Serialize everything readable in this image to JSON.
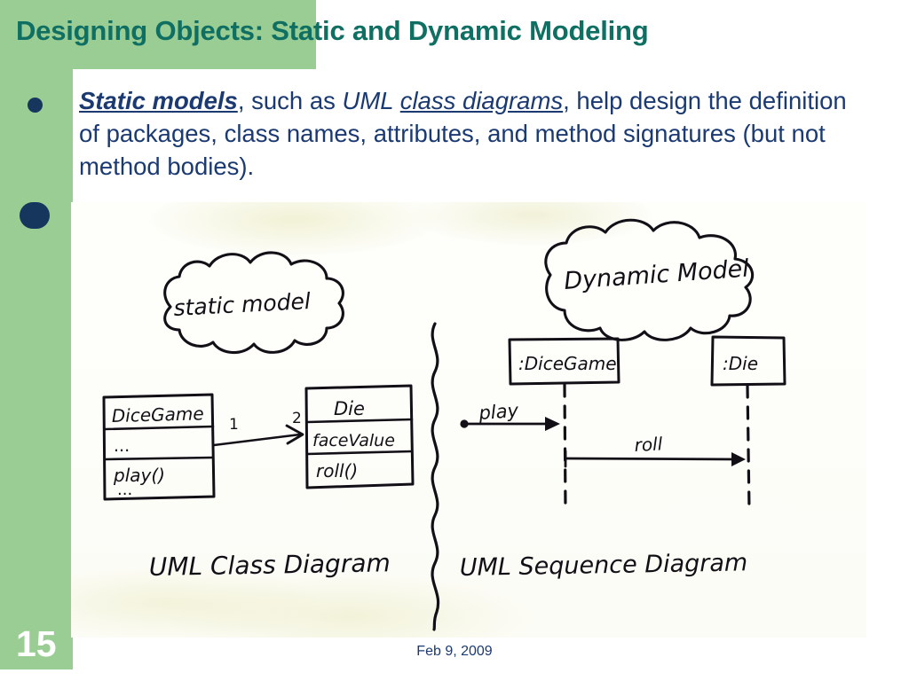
{
  "slide": {
    "title": "Designing Objects: Static and Dynamic Modeling",
    "page_number": "15",
    "date": "Feb 9, 2009",
    "colors": {
      "green_panel": "#9acd93",
      "title_teal": "#0f6f62",
      "body_navy": "#1b3a72",
      "bullet_navy": "#17365d",
      "paper": "#fdfdfb",
      "ink": "#121016"
    }
  },
  "bullets": [
    {
      "id": "bullet-static-models",
      "segments": [
        {
          "text": "Static models",
          "style": "bold-italic-underline"
        },
        {
          "text": ", such as ",
          "style": "plain"
        },
        {
          "text": "UML ",
          "style": "italic"
        },
        {
          "text": "class diagrams",
          "style": "italic-underline"
        },
        {
          "text": ", help design the definition of packages, class names, attributes, and method signatures (but not method bodies).",
          "style": "plain"
        }
      ]
    },
    {
      "id": "bullet-second-occluded",
      "segments": []
    }
  ],
  "sketch": {
    "caption_left": "UML Class Diagram",
    "caption_right": "UML Sequence Diagram",
    "cloud_left": "static model",
    "cloud_right": "Dynamic Model",
    "class_diagram": {
      "class_a": {
        "name": "DiceGame",
        "attributes": "...",
        "operations": "play()",
        "extra": "..."
      },
      "class_b": {
        "name": "Die",
        "attributes": "faceValue",
        "operations": "roll()"
      },
      "association": {
        "multiplicity_a": "1",
        "multiplicity_b": "2"
      }
    },
    "sequence_diagram": {
      "lifelines": [
        ":DiceGame",
        ":Die"
      ],
      "messages": [
        "play",
        "roll"
      ]
    }
  }
}
